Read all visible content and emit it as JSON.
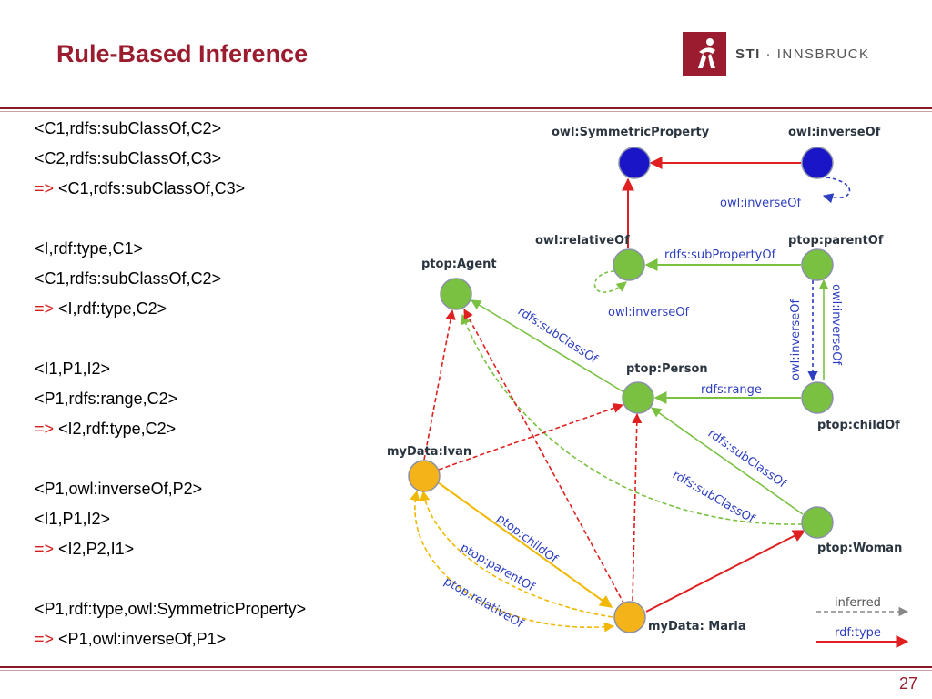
{
  "slide": {
    "title": "Rule-Based Inference",
    "page_number": "27",
    "logo": {
      "brand": "STI",
      "separator": "·",
      "name": "INNSBRUCK"
    }
  },
  "rules": [
    {
      "text": "<C1,rdfs:subClassOf,C2>",
      "inferred": false
    },
    {
      "text": "<C2,rdfs:subClassOf,C3>",
      "inferred": false
    },
    {
      "text": "<C1,rdfs:subClassOf,C3>",
      "inferred": true
    },
    {
      "text": "",
      "inferred": false
    },
    {
      "text": "<I,rdf:type,C1>",
      "inferred": false
    },
    {
      "text": "<C1,rdfs:subClassOf,C2>",
      "inferred": false
    },
    {
      "text": "<I,rdf:type,C2>",
      "inferred": true
    },
    {
      "text": "",
      "inferred": false
    },
    {
      "text": "<I1,P1,I2>",
      "inferred": false
    },
    {
      "text": "<P1,rdfs:range,C2>",
      "inferred": false
    },
    {
      "text": "<I2,rdf:type,C2>",
      "inferred": true
    },
    {
      "text": "",
      "inferred": false
    },
    {
      "text": "<P1,owl:inverseOf,P2>",
      "inferred": false
    },
    {
      "text": "<I1,P1,I2>",
      "inferred": false
    },
    {
      "text": "<I2,P2,I1>",
      "inferred": true
    },
    {
      "text": "",
      "inferred": false
    },
    {
      "text": "<P1,rdf:type,owl:SymmetricProperty>",
      "inferred": false
    },
    {
      "text": "<P1,owl:inverseOf,P1>",
      "inferred": true
    }
  ],
  "inferred_arrow": "=>",
  "diagram": {
    "nodes": {
      "symmetric_property": "owl:SymmetricProperty",
      "inverse_of": "owl:inverseOf",
      "relative_of": "owl:relativeOf",
      "parent_of": "ptop:parentOf",
      "agent": "ptop:Agent",
      "person": "ptop:Person",
      "child_of": "ptop:childOf",
      "ivan": "myData:Ivan",
      "woman": "ptop:Woman",
      "maria": "myData: Maria"
    },
    "edge_labels": {
      "inverse_self": "owl:inverseOf",
      "sub_property": "rdfs:subPropertyOf",
      "relative_inverse_self": "owl:inverseOf",
      "person_subclass": "rdfs:subClassOf",
      "parent_child_inverse": "owl:inverseOf",
      "child_parent_inverse": "owl:inverseOf",
      "range": "rdfs:range",
      "woman_subclass": "rdfs:subClassOf",
      "woman_agent_subclass": "rdfs:subClassOf",
      "child_of_edge": "ptop:childOf",
      "parent_of_edge": "ptop:parentOf",
      "relative_of_edge": "ptop:relativeOf"
    },
    "legend": {
      "inferred": "inferred",
      "rdf_type": "rdf:type"
    },
    "colors": {
      "class_node": "#7ac142",
      "meta_node": "#1a16c8",
      "instance_node": "#f5b31a",
      "rdf_type": "#e02020",
      "schema_edge": "#7ac142",
      "instance_edge": "#f0b800",
      "inverse_edge": "#2d3fc0",
      "title": "#9b1c2e"
    }
  }
}
